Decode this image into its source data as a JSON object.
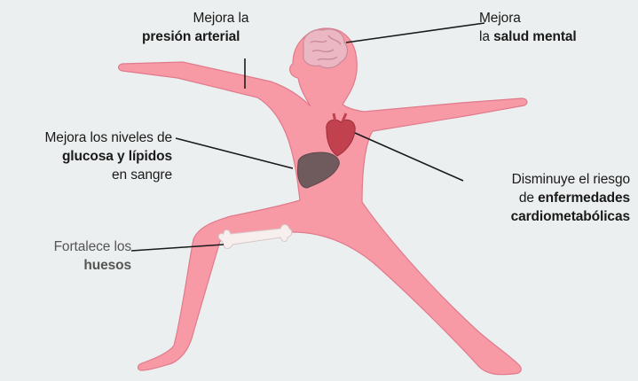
{
  "labels": {
    "blood_pressure": {
      "line1": "Mejora la",
      "line2": "presión arterial"
    },
    "mental_health": {
      "line1": "Mejora",
      "line2_plain": "la ",
      "line2_bold": "salud mental"
    },
    "glucose": {
      "line1": "Mejora los niveles de",
      "line2": "glucosa y lípidos",
      "line3": "en sangre"
    },
    "cardio": {
      "line1": "Disminuye el riesgo",
      "line2_plain": "de ",
      "line2_bold": "enfermedades",
      "line3": "cardiometabólicas"
    },
    "bones": {
      "line1": "Fortalece los",
      "line2": "huesos"
    }
  },
  "colors": {
    "background": "#ecefef",
    "body_fill": "#f89aa6",
    "body_edge": "#e07a8c",
    "organ": "#6f5a5e",
    "heart": "#c2414e",
    "brain": "#eab7c2",
    "bone": "#f7eeee",
    "line": "#1a1a1a"
  }
}
